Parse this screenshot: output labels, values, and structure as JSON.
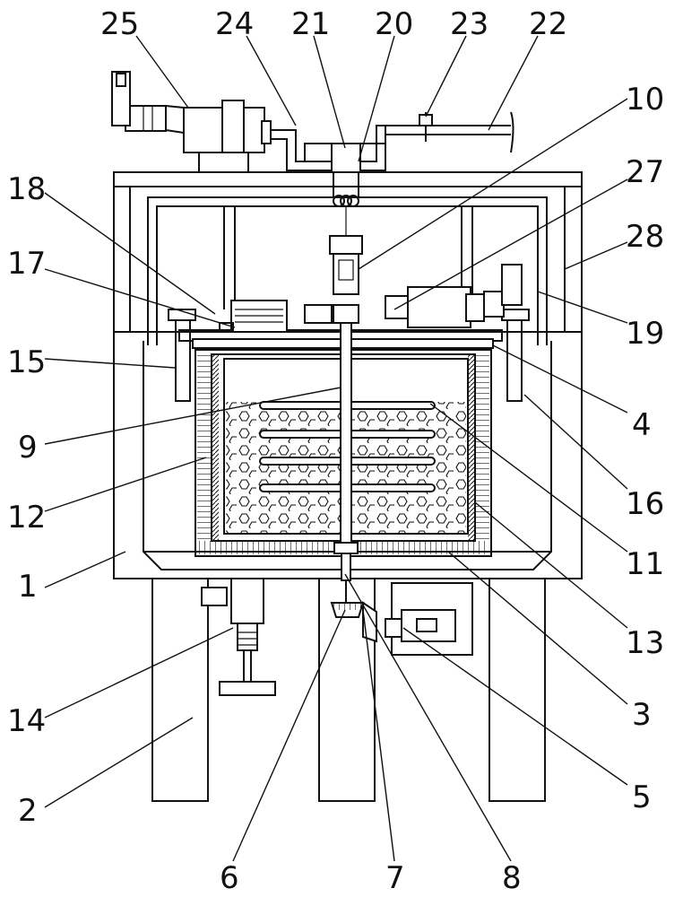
{
  "labels": {
    "l1": "1",
    "l2": "2",
    "l3": "3",
    "l4": "4",
    "l5": "5",
    "l6": "6",
    "l7": "7",
    "l8": "8",
    "l9": "9",
    "l10": "10",
    "l11": "11",
    "l12": "12",
    "l13": "13",
    "l14": "14",
    "l15": "15",
    "l16": "16",
    "l17": "17",
    "l18": "18",
    "l19": "19",
    "l20": "20",
    "l21": "21",
    "l22": "22",
    "l23": "23",
    "l24": "24",
    "l25": "25",
    "l27": "27",
    "l28": "28"
  }
}
